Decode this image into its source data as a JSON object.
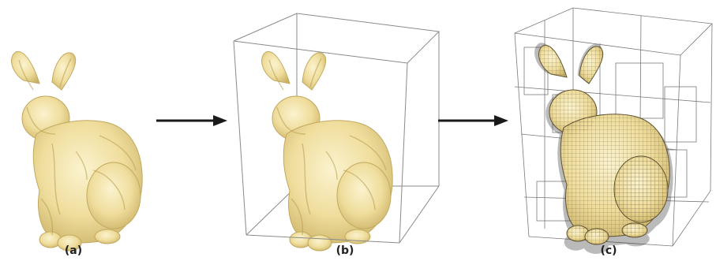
{
  "figure": {
    "panels": [
      {
        "id": "a",
        "caption": "(a)",
        "content": "bunny-mesh"
      },
      {
        "id": "b",
        "caption": "(b)",
        "content": "bunny-with-bounding-box"
      },
      {
        "id": "c",
        "caption": "(c)",
        "content": "bunny-octree-subdivision"
      }
    ],
    "arrows": [
      "arrow-a-to-b",
      "arrow-b-to-c"
    ],
    "colors": {
      "mesh_fill": "#f1e3a4",
      "mesh_shadow": "#cdb56c",
      "mesh_highlight": "#fbf3cf",
      "box_line": "#8a8a8a",
      "octree_line": "#555555",
      "arrow": "#1a1a1a"
    }
  }
}
